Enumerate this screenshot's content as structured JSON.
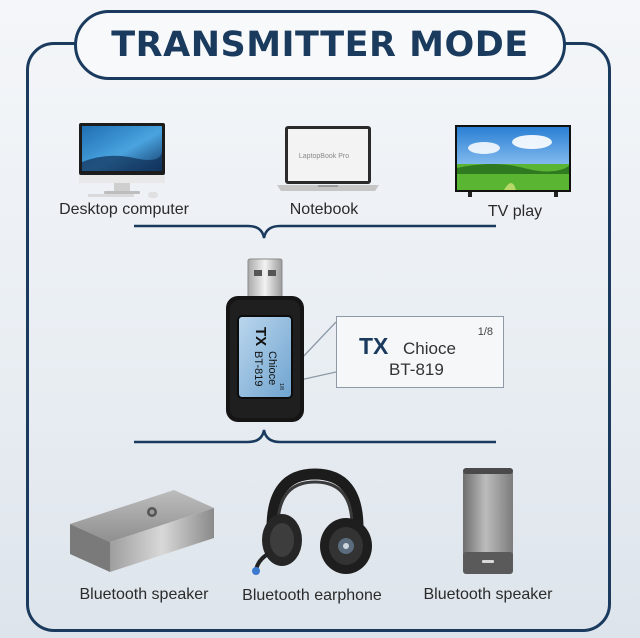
{
  "title": "TRANSMITTER MODE",
  "sources": [
    {
      "label": "Desktop computer",
      "icon": "desktop-monitor-icon"
    },
    {
      "label": "Notebook",
      "icon": "laptop-icon",
      "screen_text": "LaptopBook Pro"
    },
    {
      "label": "TV play",
      "icon": "tv-icon"
    }
  ],
  "adapter": {
    "screen": {
      "mode": "TX",
      "line1": "Chioce",
      "line2": "BT-819",
      "page": "1/8"
    }
  },
  "callout": {
    "mode": "TX",
    "line1": "Chioce",
    "line2": "BT-819",
    "page": "1/8"
  },
  "outputs": [
    {
      "label": "Bluetooth speaker",
      "icon": "bar-speaker-icon"
    },
    {
      "label": "Bluetooth earphone",
      "icon": "headphones-icon"
    },
    {
      "label": "Bluetooth speaker",
      "icon": "tower-speaker-icon"
    }
  ],
  "colors": {
    "accent": "#1a3a5e",
    "background": "#eef2f6"
  }
}
